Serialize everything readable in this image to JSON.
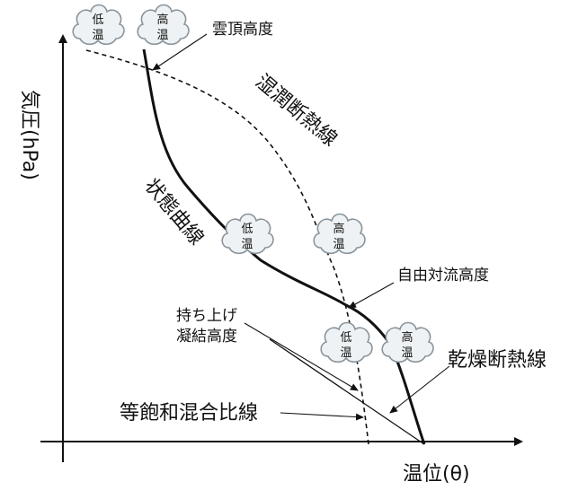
{
  "axes": {
    "y_label": "気圧(hPa)",
    "x_label": "温位(θ)"
  },
  "curves": {
    "moist_adiabat": "湿潤断熱線",
    "state_curve": "状態曲線",
    "dry_adiabat": "乾燥断熱線",
    "mixing_ratio": "等飽和混合比線"
  },
  "levels": {
    "cloud_top": "雲頂高度",
    "lfc": "自由対流高度",
    "lcl_line1": "持ち上げ",
    "lcl_line2": "凝結高度"
  },
  "clouds": [
    {
      "top": "低",
      "bottom": "温"
    },
    {
      "top": "高",
      "bottom": "温"
    },
    {
      "top": "低",
      "bottom": "温"
    },
    {
      "top": "高",
      "bottom": "温"
    },
    {
      "top": "低",
      "bottom": "温"
    },
    {
      "top": "高",
      "bottom": "温"
    }
  ],
  "colors": {
    "line": "#111111",
    "cloud_fill": "#eef2f4",
    "cloud_stroke": "#8a949c"
  }
}
